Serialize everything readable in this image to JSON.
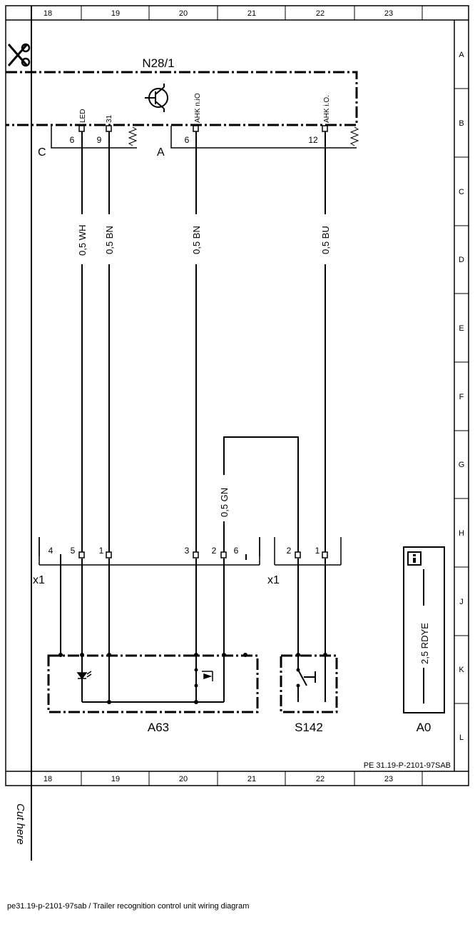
{
  "columns": [
    "18",
    "19",
    "20",
    "21",
    "22",
    "23"
  ],
  "rows": [
    "A",
    "B",
    "C",
    "D",
    "E",
    "F",
    "G",
    "H",
    "J",
    "K",
    "L"
  ],
  "components": {
    "n28": "N28/1",
    "a63": "A63",
    "s142": "S142",
    "a0": "A0"
  },
  "connectors": {
    "c": "C",
    "a": "A",
    "x1_left": "x1",
    "x1_right": "x1"
  },
  "pin_labels": {
    "led": "LED",
    "p31": "31",
    "ahk_nio": "AHK n.iO",
    "ahk_io": "AHK i.O."
  },
  "pins": {
    "c6": "6",
    "c9": "9",
    "a6": "6",
    "a12": "12",
    "x1l_4": "4",
    "x1l_5": "5",
    "x1l_1": "1",
    "x1l_3": "3",
    "x1l_2": "2",
    "x1l_6": "6",
    "x1r_2": "2",
    "x1r_1": "1"
  },
  "wires": {
    "w1": "0,5 WH",
    "w2": "0,5 BN",
    "w3": "0,5 BN",
    "w4": "0,5 BU",
    "w5": "0,5 GN",
    "a0_wire": "2,5 RDYE"
  },
  "code": "PE 31.19-P-2101-97SAB",
  "cut_here": "Cut here",
  "caption": "pe31.19-p-2101-97sab / Trailer recognition control unit wiring diagram"
}
